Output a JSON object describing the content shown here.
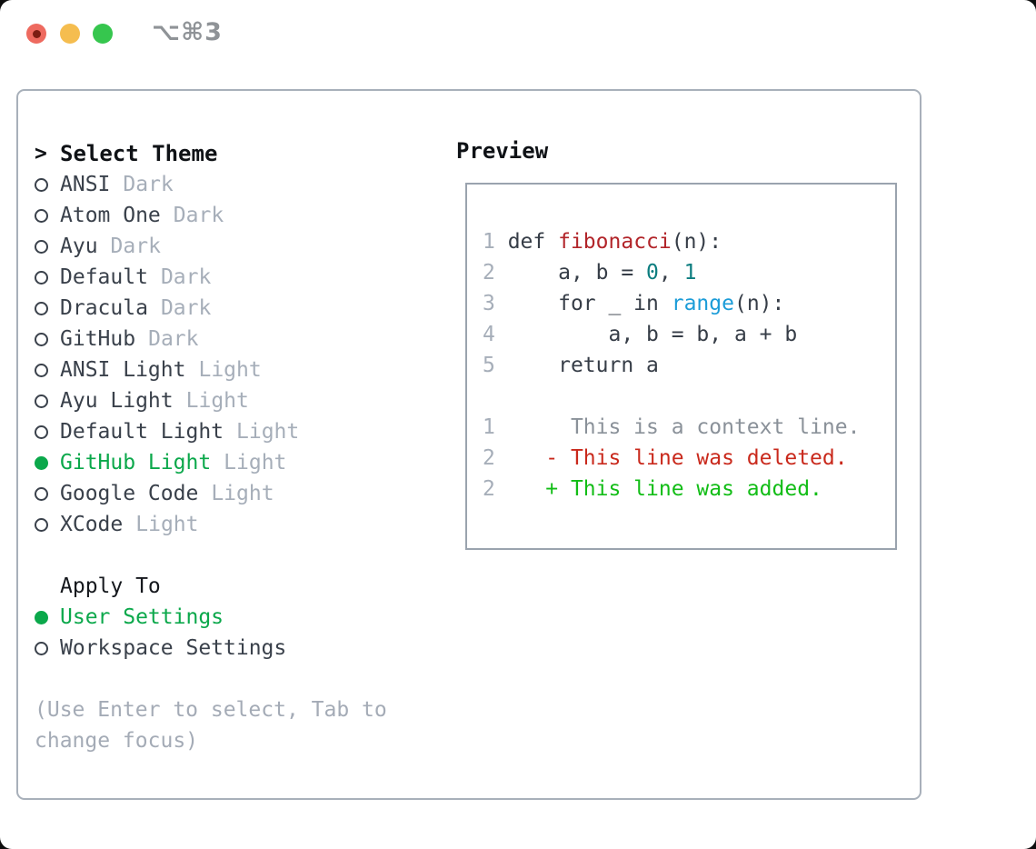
{
  "window": {
    "title": "⌥⌘3",
    "traffic_lights": [
      "close",
      "minimize",
      "zoom"
    ]
  },
  "theme_panel": {
    "header_prefix": ">",
    "header": "Select Theme",
    "themes": [
      {
        "name": "ANSI",
        "tag": "Dark",
        "selected": false
      },
      {
        "name": "Atom One",
        "tag": "Dark",
        "selected": false
      },
      {
        "name": "Ayu",
        "tag": "Dark",
        "selected": false
      },
      {
        "name": "Default",
        "tag": "Dark",
        "selected": false
      },
      {
        "name": "Dracula",
        "tag": "Dark",
        "selected": false
      },
      {
        "name": "GitHub",
        "tag": "Dark",
        "selected": false
      },
      {
        "name": "ANSI Light",
        "tag": "Light",
        "selected": false
      },
      {
        "name": "Ayu Light",
        "tag": "Light",
        "selected": false
      },
      {
        "name": "Default Light",
        "tag": "Light",
        "selected": false
      },
      {
        "name": "GitHub Light",
        "tag": "Light",
        "selected": true
      },
      {
        "name": "Google Code",
        "tag": "Light",
        "selected": false
      },
      {
        "name": "XCode",
        "tag": "Light",
        "selected": false
      }
    ],
    "apply_header": "Apply To",
    "apply_options": [
      {
        "name": "User Settings",
        "selected": true
      },
      {
        "name": "Workspace Settings",
        "selected": false
      }
    ],
    "hint_line1": "(Use Enter to select, Tab to",
    "hint_line2": "change focus)"
  },
  "preview": {
    "label": "Preview",
    "lines": [
      {
        "tokens": [
          {
            "t": "1",
            "c": "num"
          },
          {
            "t": " def ",
            "c": "code"
          },
          {
            "t": "fibonacci",
            "c": "func"
          },
          {
            "t": "(n):",
            "c": "code"
          }
        ]
      },
      {
        "tokens": [
          {
            "t": "2",
            "c": "num"
          },
          {
            "t": "     a, b = ",
            "c": "code"
          },
          {
            "t": "0",
            "c": "lit"
          },
          {
            "t": ", ",
            "c": "code"
          },
          {
            "t": "1",
            "c": "lit"
          }
        ]
      },
      {
        "tokens": [
          {
            "t": "3",
            "c": "num"
          },
          {
            "t": "     for _ in ",
            "c": "code"
          },
          {
            "t": "range",
            "c": "builtin"
          },
          {
            "t": "(n):",
            "c": "code"
          }
        ]
      },
      {
        "tokens": [
          {
            "t": "4",
            "c": "num"
          },
          {
            "t": "         a, b = b, a + b",
            "c": "code"
          }
        ]
      },
      {
        "tokens": [
          {
            "t": "5",
            "c": "num"
          },
          {
            "t": "     return a",
            "c": "code"
          }
        ]
      },
      {
        "tokens": []
      },
      {
        "tokens": [
          {
            "t": "1",
            "c": "num"
          },
          {
            "t": "      This is a context line.",
            "c": "ctx"
          }
        ]
      },
      {
        "tokens": [
          {
            "t": "2",
            "c": "num"
          },
          {
            "t": "    ",
            "c": "code"
          },
          {
            "t": "- This line was deleted.",
            "c": "del"
          }
        ]
      },
      {
        "tokens": [
          {
            "t": "2",
            "c": "num"
          },
          {
            "t": "    ",
            "c": "code"
          },
          {
            "t": "+ This line was added.",
            "c": "add"
          }
        ]
      }
    ]
  },
  "colors": {
    "selected_green": "#0ba84b",
    "added_green": "#12bd16",
    "deleted_red": "#c9291c",
    "function_red": "#b2252a",
    "literal_teal": "#0c7d7f",
    "builtin_blue": "#1b9cd8",
    "code_text": "#363d47",
    "muted_gray": "#a6aeb9",
    "context_gray": "#8a9199",
    "panel_border": "#a8b0ba",
    "traffic_red": "#ee6a5f",
    "traffic_yellow": "#f5bd4f",
    "traffic_green": "#36c64e"
  }
}
